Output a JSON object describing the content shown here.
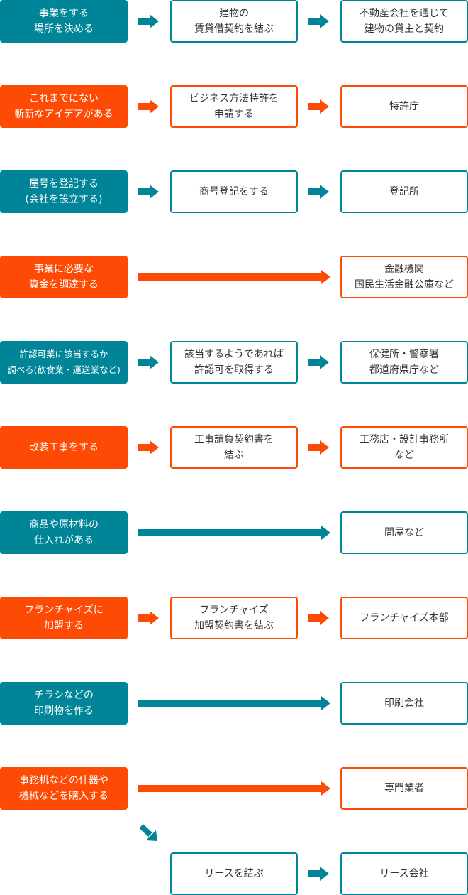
{
  "colors": {
    "teal": "#008598",
    "orange": "#fd4a04"
  },
  "icons": {
    "connector": "arrow-right-icon",
    "continuation": "arrow-down-right-icon"
  },
  "rows": [
    {
      "theme": "teal",
      "start": "事業をする\n場所を決める",
      "middle": "建物の\n賃貸借契約を結ぶ",
      "end": "不動産会社を通じて\n建物の貸主と契約"
    },
    {
      "theme": "orange",
      "start": "これまでにない\n斬新なアイデアがある",
      "middle": "ビジネス方法特許を\n申請する",
      "end": "特許庁"
    },
    {
      "theme": "teal",
      "start": "屋号を登記する\n(会社を設立する)",
      "middle": "商号登記をする",
      "end": "登記所"
    },
    {
      "theme": "orange",
      "start": "事業に必要な\n資金を調達する",
      "middle": "",
      "end": "金融機関\n国民生活金融公庫など"
    },
    {
      "theme": "teal",
      "start": "許認可業に該当するか\n調べる(飲食業・運送業など)",
      "middle": "該当するようであれば\n許認可を取得する",
      "end": "保健所・警察署\n都道府県庁など"
    },
    {
      "theme": "orange",
      "start": "改装工事をする",
      "middle": "工事請負契約書を\n結ぶ",
      "end": "工務店・設計事務所\nなど"
    },
    {
      "theme": "teal",
      "start": "商品や原材料の\n仕入れがある",
      "middle": "",
      "end": "問屋など"
    },
    {
      "theme": "orange",
      "start": "フランチャイズに\n加盟する",
      "middle": "フランチャイズ\n加盟契約書を結ぶ",
      "end": "フランチャイズ本部"
    },
    {
      "theme": "teal",
      "start": "チラシなどの\n印刷物を作る",
      "middle": "",
      "end": "印刷会社"
    },
    {
      "theme": "orange",
      "start": "事務机などの什器や\n機械などを購入する",
      "middle": "",
      "end": "専門業者"
    }
  ],
  "continuation": {
    "theme": "teal",
    "middle": "リースを結ぶ",
    "end": "リース会社"
  }
}
